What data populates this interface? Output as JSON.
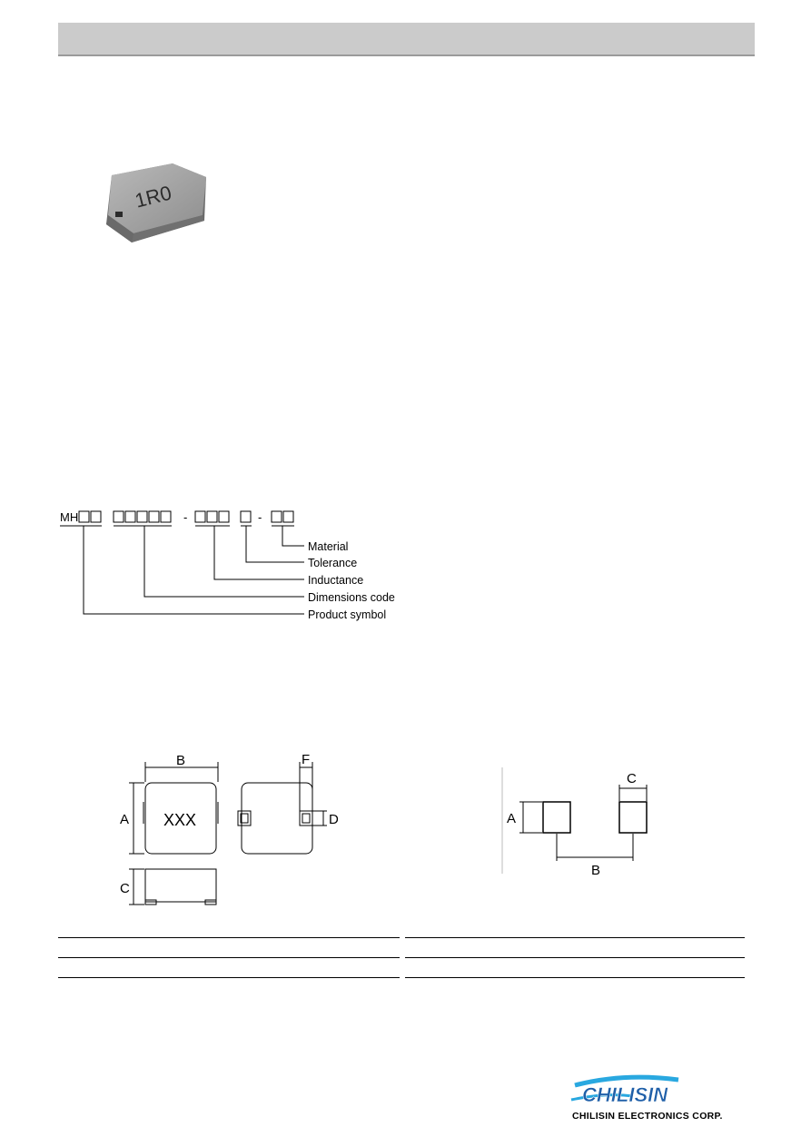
{
  "product_photo": {
    "marking": "1R0"
  },
  "part_number": {
    "prefix": "MH",
    "dash": "-",
    "labels": [
      "Material",
      "Tolerance",
      "Inductance",
      "Dimensions code",
      "Product symbol"
    ]
  },
  "dimensions_drawing": {
    "marking": "XXX",
    "labels": {
      "a": "A",
      "b": "B",
      "c": "C",
      "d": "D",
      "f": "F"
    }
  },
  "land_pattern": {
    "labels": {
      "a": "A",
      "b": "B",
      "c": "C"
    }
  },
  "company": {
    "logo_text": "CHILISIN",
    "name": "CHILISIN ELECTRONICS CORP."
  }
}
